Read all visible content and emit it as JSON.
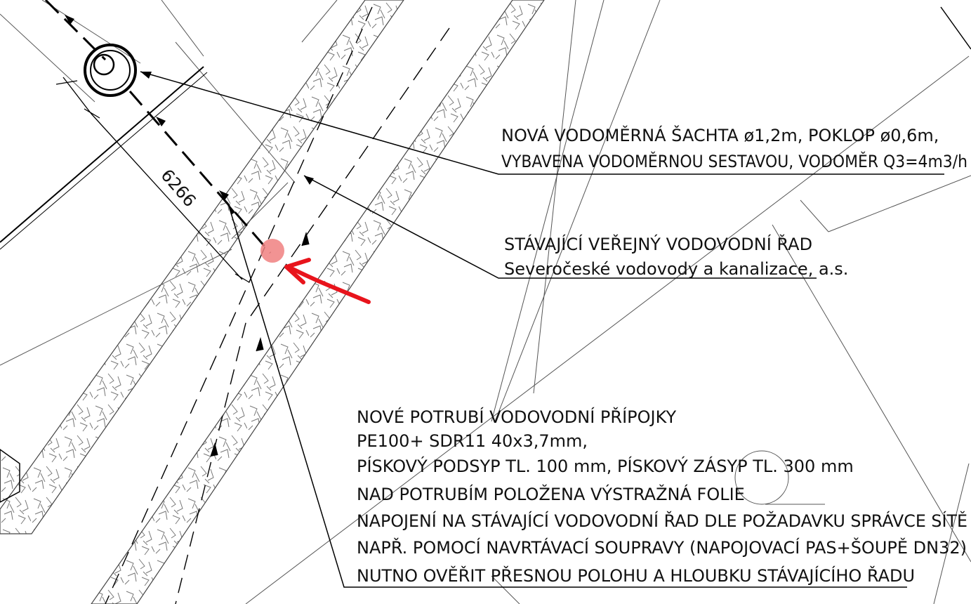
{
  "dimension": {
    "value": "6266"
  },
  "notes": {
    "meter_shaft": {
      "lines": [
        "NOVÁ VODOMĚRNÁ ŠACHTA ø1,2m, POKLOP ø0,6m,",
        "VYBAVENA VODOMĚRNOU SESTAVOU, VODOMĚR Q3=4m3/h"
      ]
    },
    "existing_main": {
      "lines": [
        "STÁVAJÍCÍ VEŘEJNÝ VODOVODNÍ ŘAD",
        "Severočeské vodovody a kanalizace, a.s."
      ]
    },
    "new_pipe": {
      "lines": [
        "NOVÉ POTRUBÍ VODOVODNÍ PŘÍPOJKY",
        "PE100+ SDR11 40x3,7mm,",
        "PÍSKOVÝ PODSYP TL. 100 mm, PÍSKOVÝ ZÁSYP TL. 300 mm",
        "NAD POTRUBÍM POLOŽENA VÝSTRAŽNÁ FOLIE",
        "NAPOJENÍ NA STÁVAJÍCÍ VODOVODNÍ ŘAD DLE POŽADAVKU SPRÁVCE SÍTĚ",
        "NAPŘ. POMOCÍ NAVRTÁVACÍ SOUPRAVY (NAPOJOVACÍ PAS+ŠOUPĚ DN32)",
        "NUTNO OVĚŘIT PŘESNOU POLOHU A HLOUBKU STÁVAJÍCÍHO ŘADU"
      ]
    }
  },
  "colors": {
    "annotation_marker": "#f08080",
    "annotation_arrow": "#e8141c",
    "linework": "#000000",
    "background": "#ffffff"
  }
}
